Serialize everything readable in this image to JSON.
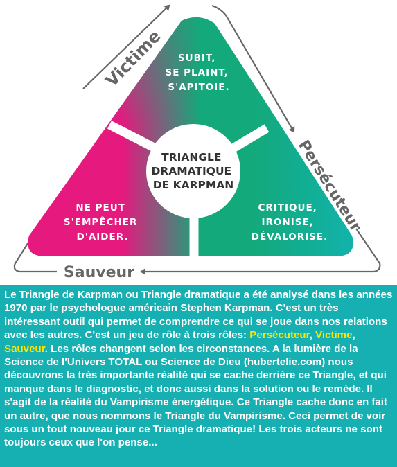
{
  "diagram": {
    "center_title": [
      "TRIANGLE",
      "DRAMATIQUE",
      "DE KARPMAN"
    ],
    "top_zone": [
      "SUBIT,",
      "SE PLAINT,",
      "S'APITOIE."
    ],
    "left_zone": [
      "NE PEUT",
      "S'EMPÊCHER",
      "D'AIDER."
    ],
    "right_zone": [
      "CRITIQUE,",
      "IRONISE,",
      "DÉVALORISE."
    ],
    "role_left": "Victime",
    "role_right": "Persécuteur",
    "role_bottom": "Sauveur",
    "colors": {
      "pink": "#e5197e",
      "green": "#13a97a",
      "teal": "#12b3ad",
      "arrow": "#666666"
    }
  },
  "caption": {
    "part1": "Le Triangle de Karpman ou Triangle dramatique a été analysé dans les années 1970 par le psychologue américain Stephen Karpman. C'est un très intéressant outil qui permet de comprendre ce qui se joue dans nos relations avec les autres. C'est un jeu de rôle à trois rôles: ",
    "role1": "Persécuteur",
    "sep1": ", ",
    "role2": "Victime",
    "sep2": ", ",
    "role3": "Sauveur",
    "part2": ". Les rôles changent selon les circonstances. A la lumière de la Science de l'Univers TOTAL ou Science de Dieu (hubertelie.com) nous découvrons la très importante réalité qui se cache derrière ce Triangle, et qui manque dans le diagnostic, et donc aussi dans la solution ou le remède. Il s'agit de la réalité du Vampirisme énergétique. Ce Triangle cache donc en fait un autre, que nous nommons le Triangle du Vampirisme. Ceci permet de voir sous un tout nouveau jour ce Triangle dramatique! Les trois acteurs ne sont toujours ceux que l'on pense..."
  }
}
